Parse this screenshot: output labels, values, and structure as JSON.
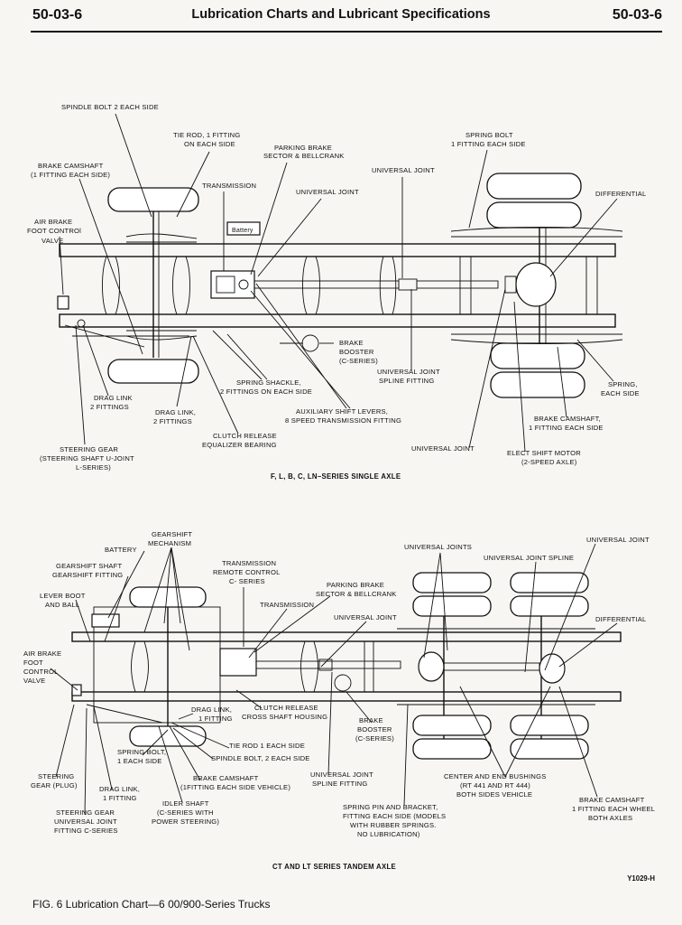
{
  "header": {
    "code_left": "50-03-6",
    "title": "Lubrication Charts and Lubricant Specifications",
    "code_right": "50-03-6"
  },
  "top": {
    "caption": "F, L, B, C, LN–SERIES SINGLE AXLE",
    "battery": "Battery",
    "labels": {
      "spindle_bolt": "SPINDLE BOLT 2 EACH SIDE",
      "tie_rod_1": "TIE ROD, 1 FITTING",
      "tie_rod_2": "ON EACH SIDE",
      "parking_brake_1": "PARKING BRAKE",
      "parking_brake_2": "SECTOR & BELLCRANK",
      "spring_bolt_1": "SPRING BOLT",
      "spring_bolt_2": "1 FITTING EACH SIDE",
      "brake_camshaft_1": "BRAKE CAMSHAFT",
      "brake_camshaft_2": "(1 FITTING EACH SIDE)",
      "transmission": "TRANSMISSION",
      "universal_joint_a": "UNIVERSAL JOINT",
      "universal_joint_b": "UNIVERSAL JOINT",
      "differential": "DIFFERENTIAL",
      "air_brake_1": "AIR BRAKE",
      "air_brake_2": "FOOT CONTROl",
      "air_brake_3": "VALVE",
      "brake_booster_1": "BRAKE",
      "brake_booster_2": "BOOSTER",
      "brake_booster_3": "(C-SERIES)",
      "uj_spline_1": "UNIVERSAL JOINT",
      "uj_spline_2": "SPLINE FITTING",
      "spring_shackle_1": "SPRING SHACKLE,",
      "spring_shackle_2": "2 FITTINGS ON EACH SIDE",
      "spring_each_1": "SPRING,",
      "spring_each_2": "EACH SIDE",
      "drag_link_a1": "DRAG LINK",
      "drag_link_a2": "2 FITTINGS",
      "drag_link_b1": "DRAG LINK,",
      "drag_link_b2": "2 FITTINGS",
      "aux_shift_1": "AUXILIARY SHIFT LEVERS,",
      "aux_shift_2": "8 SPEED TRANSMISSION FITTING",
      "brake_cam_r1": "BRAKE CAMSHAFT,",
      "brake_cam_r2": "1 FITTING EACH SIDE",
      "clutch_1": "CLUTCH RELEASE",
      "clutch_2": "EQUALIZER BEARING",
      "universal_joint_c": "UNIVERSAL JOINT",
      "elect_shift_1": "ELECT SHIFT MOTOR",
      "elect_shift_2": "(2-SPEED AXLE)",
      "steering_gear_1": "STEERING GEAR",
      "steering_gear_2": "(STEERING SHAFT U-JOINT",
      "steering_gear_3": "L-SERIES)"
    }
  },
  "bottom": {
    "caption": "CT AND LT SERIES TANDEM AXLE",
    "labels": {
      "gearshift_mech_1": "GEARSHIFT",
      "gearshift_mech_2": "MECHANISM",
      "battery": "BATTERY",
      "universal_joints": "UNIVERSAL JOINTS",
      "universal_joint_top": "UNIVERSAL JOINT",
      "uj_spline": "UNIVERSAL JOINT SPLINE",
      "gearshift_shaft_1": "GEARSHIFT SHAFT",
      "gearshift_shaft_2": "GEARSHIFT FITTING",
      "trans_remote_1": "TRANSMISSION",
      "trans_remote_2": "REMOTE CONTROL",
      "trans_remote_3": "C- SERIES",
      "parking_brake_1": "PARKING BRAKE",
      "parking_brake_2": "SECTOR & BELLCRANK",
      "lever_boot_1": "LEVER BOOT",
      "lever_boot_2": "AND BALL",
      "transmission": "TRANSMISSION",
      "universal_joint_mid": "UNIVERSAL JOINT",
      "differential": "DIFFERENTIAL",
      "air_brake_1": "AIR BRAKE",
      "air_brake_2": "FOOT",
      "air_brake_3": "CONTROL",
      "air_brake_4": "VALVE",
      "clutch_1": "CLUTCH RELEASE",
      "clutch_2": "CROSS SHAFT HOUSING",
      "drag_link_1": "DRAG LINK,",
      "drag_link_2": "1 FITTING",
      "brake_booster_1": "BRAKE",
      "brake_booster_2": "BOOSTER",
      "brake_booster_3": "(C-SERIES)",
      "tie_rod": "TIE ROD 1 EACH SIDE",
      "spring_bolt_1": "SPRING BOLT,",
      "spring_bolt_2": "1 EACH SIDE",
      "spindle_bolt": "SPINDLE BOLT, 2 EACH SIDE",
      "steering_gear_1": "STEERING",
      "steering_gear_2": "GEAR (PLUG)",
      "drag_link_b1": "DRAG LINK,",
      "drag_link_b2": "1 FITTING",
      "brake_cam_1": "BRAKE CAMSHAFT",
      "brake_cam_2": "(1FITTING EACH SIDE VEHICLE)",
      "uj_spline_fit_1": "UNIVERSAL JOINT",
      "uj_spline_fit_2": "SPLINE FITTING",
      "bushings_1": "CENTER AND END BUSHINGS",
      "bushings_2": "(RT 441 AND RT 444)",
      "bushings_3": "BOTH SIDES VEHICLE",
      "brake_cam_r1": "BRAKE CAMSHAFT",
      "brake_cam_r2": "1 FITTING EACH WHEEL",
      "brake_cam_r3": "BOTH AXLES",
      "idler_1": "IDLER SHAFT",
      "idler_2": "(C-SERIES WITH",
      "idler_3": "POWER STEERING)",
      "spring_pin_1": "SPRING PIN AND BRACKET,",
      "spring_pin_2": "FITTING EACH SIDE (MODELS",
      "spring_pin_3": "WITH RUBBER SPRINGS.",
      "spring_pin_4": "NO LUBRICATION)",
      "sg_uj_1": "STEERING GEAR",
      "sg_uj_2": "UNIVERSAL JOINT",
      "sg_uj_3": "FITTING C-SERIES"
    }
  },
  "figure_id": "Y1029-H",
  "figure_caption": "FIG. 6 Lubrication Chart—6 00/900-Series Trucks"
}
